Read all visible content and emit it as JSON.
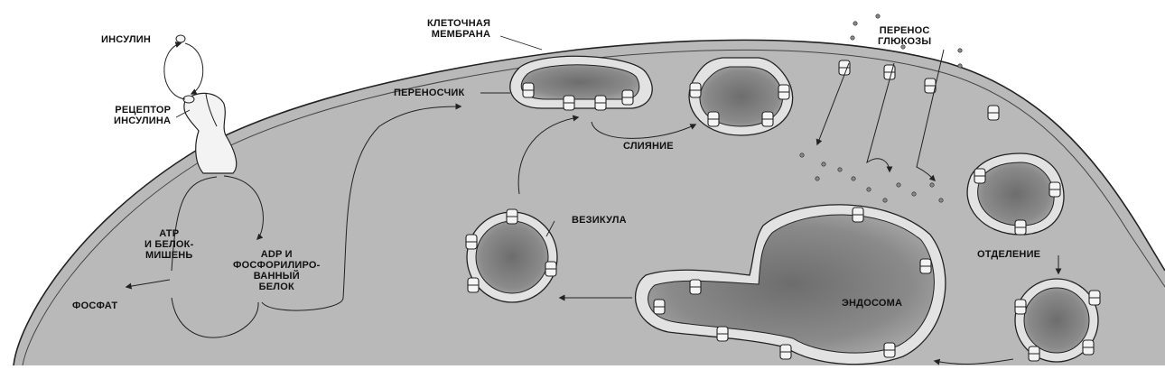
{
  "labels": {
    "insulin": "ИНСУЛИН",
    "receptor": [
      "РЕЦЕПТОР",
      "ИНСУЛИНА"
    ],
    "cell_membrane": [
      "КЛЕТОЧНАЯ",
      "МЕМБРАНА"
    ],
    "carrier": "ПЕРЕНОСЧИК",
    "fusion": "СЛИЯНИЕ",
    "glucose_transport": [
      "ПЕРЕНОС",
      "ГЛЮКОЗЫ"
    ],
    "vesicle": "ВЕЗИКУЛА",
    "atp": [
      "АТР",
      "И БЕЛОК-",
      "МИШЕНЬ"
    ],
    "adp": [
      "ADP И",
      "ФОСФОРИЛИРО-",
      "ВАННЫЙ",
      "БЕЛОК"
    ],
    "phosphate": "ФОСФАТ",
    "endosome": "ЭНДОСОМА",
    "separation": "ОТДЕЛЕНИЕ"
  },
  "colors": {
    "cytoplasm": "#b9b9b9",
    "membrane": "#e6e6e6",
    "outline": "#222222",
    "organelle_shade": "#7d7d7d",
    "background": "#ffffff"
  }
}
